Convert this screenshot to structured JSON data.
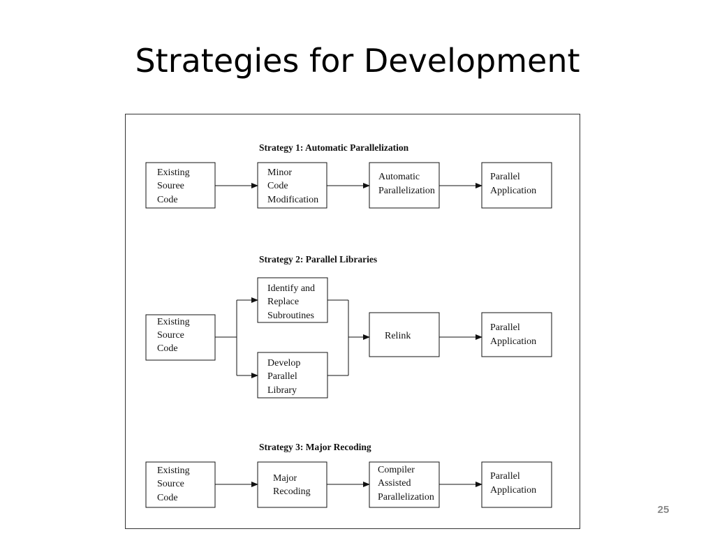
{
  "slide": {
    "title": "Strategies for Development",
    "page_number": "25"
  },
  "diagram": {
    "strategies": [
      {
        "heading": "Strategy 1: Automatic Parallelization",
        "nodes": [
          {
            "lines": [
              "Existing",
              "Souree",
              "Code"
            ]
          },
          {
            "lines": [
              "Minor",
              "Code",
              "Modification"
            ]
          },
          {
            "lines": [
              "Automatic",
              "Parallelization"
            ]
          },
          {
            "lines": [
              "Parallel",
              "Application"
            ]
          }
        ]
      },
      {
        "heading": "Strategy 2: Parallel Libraries",
        "nodes": [
          {
            "lines": [
              "Existing",
              "Source",
              "Code"
            ]
          },
          {
            "lines": [
              "Identify and",
              "Replace",
              "Subroutines"
            ]
          },
          {
            "lines": [
              "Develop",
              "Parallel",
              "Library"
            ]
          },
          {
            "lines": [
              "Relink"
            ]
          },
          {
            "lines": [
              "Parallel",
              "Application"
            ]
          }
        ]
      },
      {
        "heading": "Strategy 3: Major Recoding",
        "nodes": [
          {
            "lines": [
              "Existing",
              "Source",
              "Code"
            ]
          },
          {
            "lines": [
              "Major",
              "Recoding"
            ]
          },
          {
            "lines": [
              "Compiler",
              "Assisted",
              "Parallelization"
            ]
          },
          {
            "lines": [
              "Parallel",
              "Application"
            ]
          }
        ]
      }
    ]
  }
}
